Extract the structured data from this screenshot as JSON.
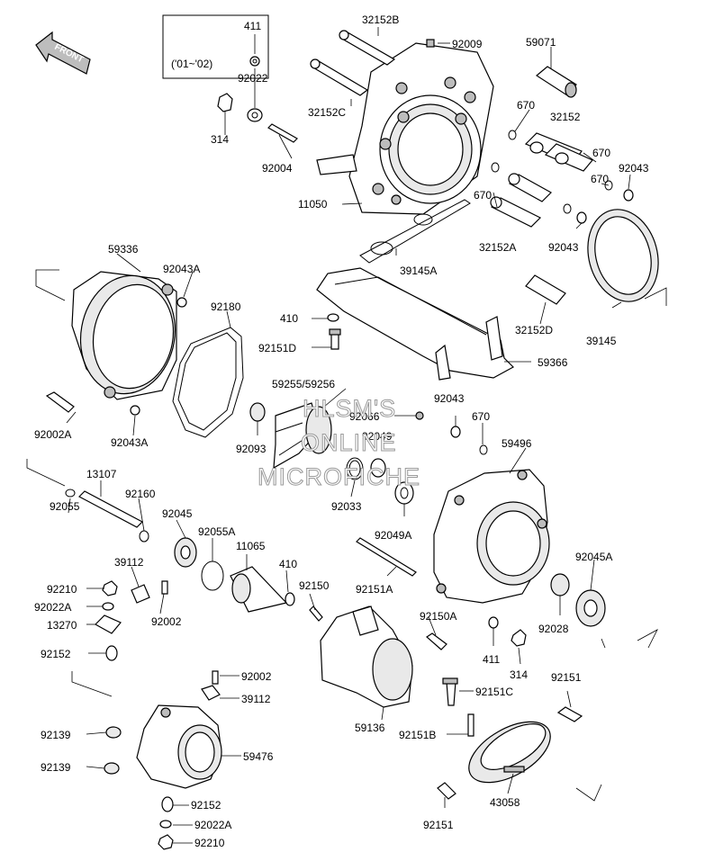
{
  "front_badge": "FRONT",
  "note_box": {
    "part": "411",
    "years": "('01~'02)"
  },
  "watermark": [
    "HLSM'S",
    "ONLINE",
    "MICROFICHE"
  ],
  "labels": [
    {
      "id": "32152B",
      "text": "32152B"
    },
    {
      "id": "92009",
      "text": "92009"
    },
    {
      "id": "59071",
      "text": "59071"
    },
    {
      "id": "411a",
      "text": "411"
    },
    {
      "id": "92022a",
      "text": "92022"
    },
    {
      "id": "32152C",
      "text": "32152C"
    },
    {
      "id": "670a",
      "text": "670"
    },
    {
      "id": "32152",
      "text": "32152"
    },
    {
      "id": "314a",
      "text": "314"
    },
    {
      "id": "670b",
      "text": "670"
    },
    {
      "id": "92004",
      "text": "92004"
    },
    {
      "id": "92043a",
      "text": "92043"
    },
    {
      "id": "670c",
      "text": "670"
    },
    {
      "id": "670d",
      "text": "670"
    },
    {
      "id": "11050",
      "text": "11050"
    },
    {
      "id": "32152A",
      "text": "32152A"
    },
    {
      "id": "92043b",
      "text": "92043"
    },
    {
      "id": "59336",
      "text": "59336"
    },
    {
      "id": "39145A",
      "text": "39145A"
    },
    {
      "id": "92043A_top",
      "text": "92043A"
    },
    {
      "id": "92180",
      "text": "92180"
    },
    {
      "id": "410a",
      "text": "410"
    },
    {
      "id": "32152D",
      "text": "32152D"
    },
    {
      "id": "39145",
      "text": "39145"
    },
    {
      "id": "92151D",
      "text": "92151D"
    },
    {
      "id": "59366",
      "text": "59366"
    },
    {
      "id": "59255",
      "text": "59255/59256"
    },
    {
      "id": "92043c",
      "text": "92043"
    },
    {
      "id": "92066",
      "text": "92066"
    },
    {
      "id": "670e",
      "text": "670"
    },
    {
      "id": "92049",
      "text": "92049"
    },
    {
      "id": "92002A",
      "text": "92002A"
    },
    {
      "id": "92043A_bot",
      "text": "92043A"
    },
    {
      "id": "92093",
      "text": "92093"
    },
    {
      "id": "59496",
      "text": "59496"
    },
    {
      "id": "13107",
      "text": "13107"
    },
    {
      "id": "92033",
      "text": "92033"
    },
    {
      "id": "92049A",
      "text": "92049A"
    },
    {
      "id": "92160",
      "text": "92160"
    },
    {
      "id": "92055",
      "text": "92055"
    },
    {
      "id": "92045a",
      "text": "92045"
    },
    {
      "id": "92055A",
      "text": "92055A"
    },
    {
      "id": "11065",
      "text": "11065"
    },
    {
      "id": "92045A",
      "text": "92045A"
    },
    {
      "id": "39112a",
      "text": "39112"
    },
    {
      "id": "410b",
      "text": "410"
    },
    {
      "id": "92150",
      "text": "92150"
    },
    {
      "id": "92151A",
      "text": "92151A"
    },
    {
      "id": "92210a",
      "text": "92210"
    },
    {
      "id": "92022A_a",
      "text": "92022A"
    },
    {
      "id": "92002a",
      "text": "92002"
    },
    {
      "id": "92028",
      "text": "92028"
    },
    {
      "id": "13270",
      "text": "13270"
    },
    {
      "id": "92150A",
      "text": "92150A"
    },
    {
      "id": "411b",
      "text": "411"
    },
    {
      "id": "92152a",
      "text": "92152"
    },
    {
      "id": "314b",
      "text": "314"
    },
    {
      "id": "92002b",
      "text": "92002"
    },
    {
      "id": "92151a",
      "text": "92151"
    },
    {
      "id": "39112b",
      "text": "39112"
    },
    {
      "id": "92151C",
      "text": "92151C"
    },
    {
      "id": "92139a",
      "text": "92139"
    },
    {
      "id": "59136",
      "text": "59136"
    },
    {
      "id": "92151B",
      "text": "92151B"
    },
    {
      "id": "59476",
      "text": "59476"
    },
    {
      "id": "92139b",
      "text": "92139"
    },
    {
      "id": "43058",
      "text": "43058"
    },
    {
      "id": "92152b",
      "text": "92152"
    },
    {
      "id": "92151b",
      "text": "92151"
    },
    {
      "id": "92022A_b",
      "text": "92022A"
    },
    {
      "id": "92210b",
      "text": "92210"
    }
  ]
}
